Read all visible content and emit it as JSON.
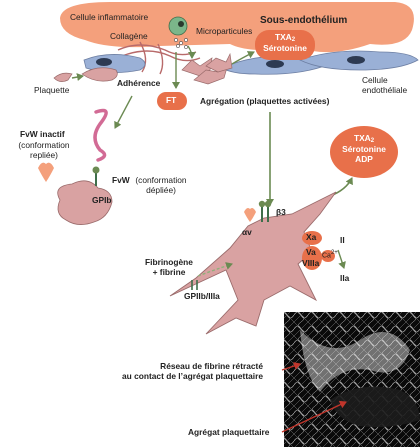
{
  "labels": {
    "cellule_inflammatoire": "Cellule inflammatoire",
    "sous_endothelium": "Sous-endothélium",
    "microparticules": "Microparticules",
    "collagene": "Collagène",
    "txa2_serotonine_top": [
      "TXA",
      "2",
      "Sérotonine"
    ],
    "cellule_endotheliale": [
      "Cellule",
      "endothéliale"
    ],
    "plaquette": "Plaquette",
    "adherence": "Adhérence",
    "ft": "FT",
    "agregation": "Agrégation (plaquettes activées)",
    "fvw_inactif": "FvW inactif",
    "conformation_repliee": [
      "(conformation",
      "repliée)"
    ],
    "fvw": "FvW",
    "conformation_depliee": [
      "(conformation",
      "dépliée)"
    ],
    "gpib": "GPIb",
    "txa2_serotonine_adp_right": [
      "TXA",
      "2",
      "Sérotonine",
      "ADP"
    ],
    "beta3": "β3",
    "alpha_v": "αv",
    "xa": "Xa",
    "va": "Va",
    "viiia": "VIIIa",
    "ca": [
      "Ca",
      "2+"
    ],
    "ii": "II",
    "iia": "IIa",
    "fibrinogene": [
      "Fibrinogène",
      "+ fibrine"
    ],
    "gpiib_iiia": "GPIIb/IIIa",
    "reseau_fibrine": [
      "Réseau de fibrine rétracté",
      "au contact de l’agrégat plaquettaire"
    ],
    "agregat": "Agrégat plaquettaire"
  },
  "colors": {
    "endothelium": "#f4a07c",
    "platelet": "#d9a2a2",
    "platelet_stroke": "#9a6b6b",
    "arrow": "#6b8a52",
    "badge": "#e8704a",
    "endothelial_cell": "#9ab0d6",
    "fvw": "#d26b95",
    "micro_image": "#0a0a0a"
  },
  "icons": [
    "heart-shape-icon",
    "nucleus-icon",
    "receptor-icon",
    "arrow-icon"
  ]
}
